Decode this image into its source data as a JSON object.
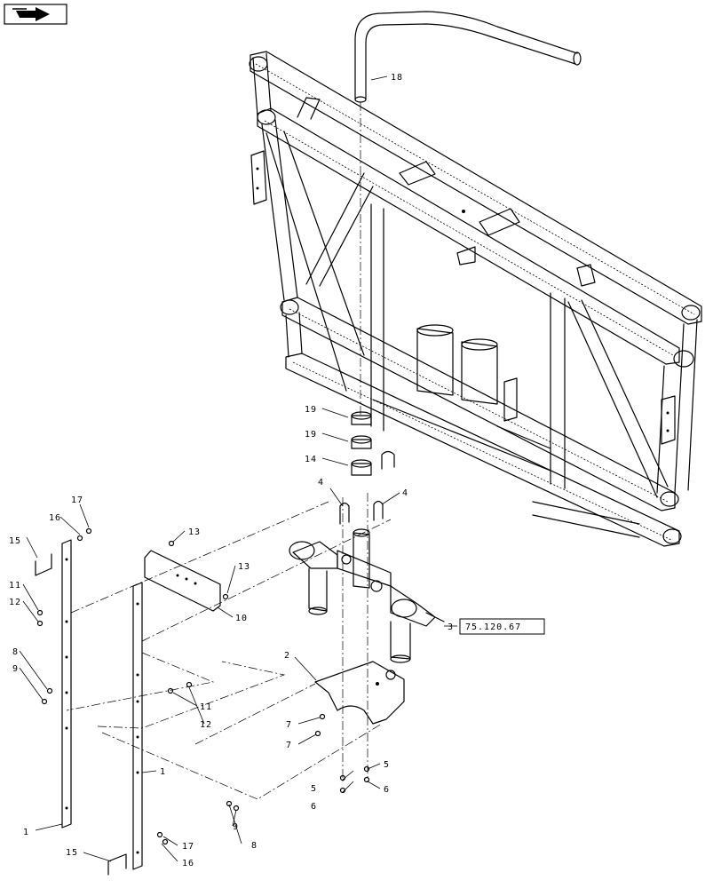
{
  "nav_icon": "forward-arrow-icon",
  "reference_box": "75.120.67",
  "callouts": [
    {
      "id": "c18",
      "text": "18"
    },
    {
      "id": "c19a",
      "text": "19"
    },
    {
      "id": "c19b",
      "text": "19"
    },
    {
      "id": "c14",
      "text": "14"
    },
    {
      "id": "c4a",
      "text": "4"
    },
    {
      "id": "c4b",
      "text": "4"
    },
    {
      "id": "c17a",
      "text": "17"
    },
    {
      "id": "c16a",
      "text": "16"
    },
    {
      "id": "c15a",
      "text": "15"
    },
    {
      "id": "c13a",
      "text": "13"
    },
    {
      "id": "c13b",
      "text": "13"
    },
    {
      "id": "c11a",
      "text": "11"
    },
    {
      "id": "c12a",
      "text": "12"
    },
    {
      "id": "c10",
      "text": "10"
    },
    {
      "id": "c3",
      "text": "3"
    },
    {
      "id": "c2",
      "text": "2"
    },
    {
      "id": "c8a",
      "text": "8"
    },
    {
      "id": "c9a",
      "text": "9"
    },
    {
      "id": "c11b",
      "text": "11"
    },
    {
      "id": "c12b",
      "text": "12"
    },
    {
      "id": "c7a",
      "text": "7"
    },
    {
      "id": "c7b",
      "text": "7"
    },
    {
      "id": "c5a",
      "text": "5"
    },
    {
      "id": "c6a",
      "text": "6"
    },
    {
      "id": "c5b",
      "text": "5"
    },
    {
      "id": "c6b",
      "text": "6"
    },
    {
      "id": "c1a",
      "text": "1"
    },
    {
      "id": "c1b",
      "text": "1"
    },
    {
      "id": "c9b",
      "text": "9"
    },
    {
      "id": "c8b",
      "text": "8"
    },
    {
      "id": "c17b",
      "text": "17"
    },
    {
      "id": "c16b",
      "text": "16"
    },
    {
      "id": "c15b",
      "text": "15"
    }
  ]
}
